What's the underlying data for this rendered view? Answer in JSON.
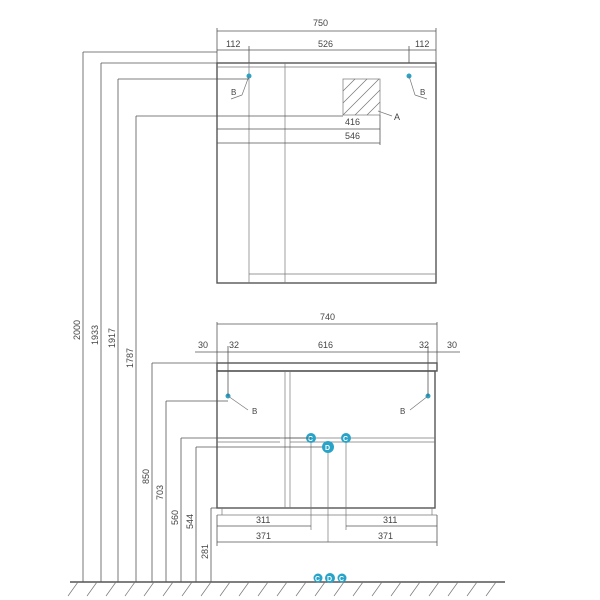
{
  "mirror": {
    "width": "750",
    "seg_left": "112",
    "seg_mid": "526",
    "seg_right": "112",
    "dim_416": "416",
    "dim_546": "546",
    "label_a": "A",
    "mount_left": "B",
    "mount_right": "B"
  },
  "cabinet": {
    "width": "740",
    "left_30": "30",
    "left_32": "32",
    "mid_616": "616",
    "right_32": "32",
    "right_30": "30",
    "mount_left": "B",
    "mount_right": "B",
    "bottom_311_left": "311",
    "bottom_311_right": "311",
    "bottom_371_left": "371",
    "bottom_371_right": "371",
    "marker_c_left": "C",
    "marker_d": "D",
    "marker_c_right": "C"
  },
  "heights": {
    "h2000": "2000",
    "h1933": "1933",
    "h1917": "1917",
    "h1787": "1787",
    "h850": "850",
    "h703": "703",
    "h560": "560",
    "h544": "544",
    "h281": "281"
  },
  "floor": {
    "marker_c_left": "C",
    "marker_d": "D",
    "marker_c_right": "C"
  },
  "colors": {
    "line": "#555555",
    "accent": "#2aa3c8"
  }
}
